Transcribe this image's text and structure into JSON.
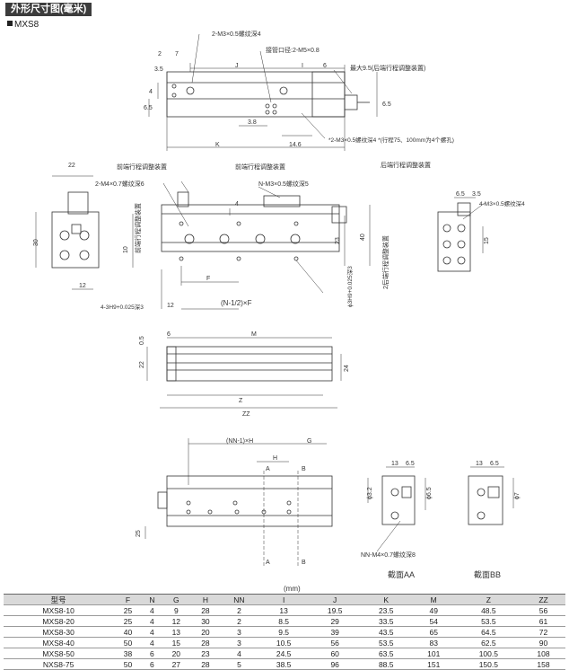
{
  "header": {
    "title": "外形尺寸图(毫米)",
    "model_series": "MXS8"
  },
  "labels": {
    "m3_thread_top": "2-M3×0.5螺纹深4",
    "port_size": "接管口径:2-M5×0.8",
    "max_95": "最大9.5(后端行程调整装置)",
    "thread_note": "*2-M3×0.5螺纹深4 *(行程75、100mm为4个螺孔)",
    "front_adj_left": "前端行程调整装置",
    "front_adj_mid": "前端行程调整装置",
    "rear_adj": "后端行程调整装置",
    "m4_thread": "2-M4×0.7螺纹深6",
    "nm3_thread": "N-M3×0.5螺纹深5",
    "m3_thread_right": "4-M3×0.5螺纹深4",
    "front_adj_vert": "前端行程调整装置",
    "rear_adj_vert": "2后端行程调整装置",
    "h9_left": "4-3H9+0.025深3",
    "h9_right": "ϕ3H9+0.025深3",
    "formula": "(N-1/2)×F",
    "nn_formula": "(NN-1)×H",
    "nn_thread": "NN-M4×0.7螺纹深8",
    "section_aa": "截面AA",
    "section_bb": "截面BB",
    "dim_3_5": "3.5",
    "dim_2": "2",
    "dim_7": "7",
    "dim_4": "4",
    "dim_6_5": "6.5",
    "dim_J": "J",
    "dim_I": "I",
    "dim_6": "6",
    "dim_K": "K",
    "dim_14_6": "14.6",
    "dim_3_8": "3.8",
    "dim_22": "22",
    "dim_30": "30",
    "dim_12": "12",
    "dim_10": "10",
    "dim_F": "F",
    "dim_23": "23",
    "dim_40": "40",
    "dim_15": "15",
    "dim_M": "M",
    "dim_0_5": "0.5",
    "dim_24": "24",
    "dim_Z": "Z",
    "dim_ZZ": "ZZ",
    "dim_G": "G",
    "dim_H": "H",
    "dim_A": "A",
    "dim_B": "B",
    "dim_13": "13",
    "dim_25": "25",
    "dim_phi32": "ϕ3.2",
    "dim_phi65": "ϕ6.5",
    "dim_phi7": "ϕ7"
  },
  "table": {
    "unit": "(mm)",
    "headers": [
      "型号",
      "F",
      "N",
      "G",
      "H",
      "NN",
      "I",
      "J",
      "K",
      "M",
      "Z",
      "ZZ"
    ],
    "rows": [
      [
        "MXS8-10",
        "25",
        "4",
        "9",
        "28",
        "2",
        "13",
        "19.5",
        "23.5",
        "49",
        "48.5",
        "56"
      ],
      [
        "MXS8-20",
        "25",
        "4",
        "12",
        "30",
        "2",
        "8.5",
        "29",
        "33.5",
        "54",
        "53.5",
        "61"
      ],
      [
        "MXS8-30",
        "40",
        "4",
        "13",
        "20",
        "3",
        "9.5",
        "39",
        "43.5",
        "65",
        "64.5",
        "72"
      ],
      [
        "MXS8-40",
        "50",
        "4",
        "15",
        "28",
        "3",
        "10.5",
        "56",
        "53.5",
        "83",
        "62.5",
        "90"
      ],
      [
        "MXS8-50",
        "38",
        "6",
        "20",
        "23",
        "4",
        "24.5",
        "60",
        "63.5",
        "101",
        "100.5",
        "108"
      ],
      [
        "NXS8-75",
        "50",
        "6",
        "27",
        "28",
        "5",
        "38.5",
        "96",
        "88.5",
        "151",
        "150.5",
        "158"
      ]
    ]
  }
}
